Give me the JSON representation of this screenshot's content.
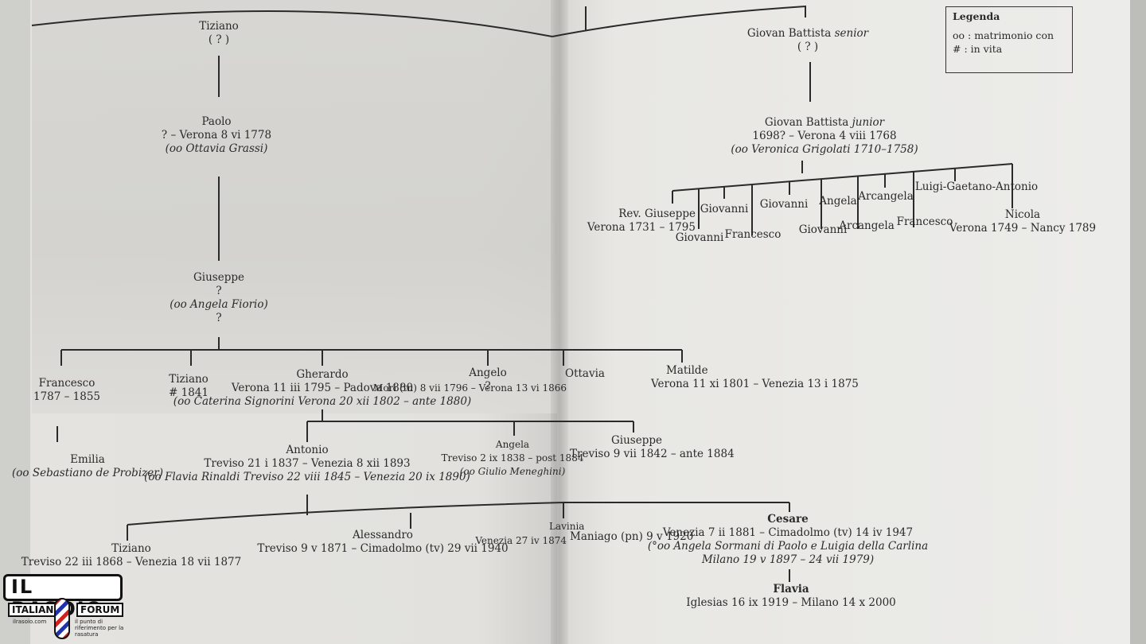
{
  "legend": {
    "title": "Legenda",
    "marriage": "oo : matrimonio con",
    "alive": "# : in vita"
  },
  "logo": {
    "title": "IL RASOIO",
    "left": "ITALIAN",
    "right": "FORUM",
    "site": "ilrasoio.com",
    "tagline": "il punto di riferimento per la rasatura"
  },
  "left": {
    "tiziano_top": {
      "name": "Tiziano",
      "dates": "( ? )"
    },
    "paolo": {
      "name": "Paolo",
      "dates": "? – Verona 8 vi 1778",
      "spouse": "(oo Ottavia Grassi)"
    },
    "giuseppe": {
      "name": "Giuseppe",
      "dates": "?",
      "spouse": "(oo Angela Fiorio)",
      "dates2": "?"
    },
    "francesco": {
      "name": "Francesco",
      "dates": "1787 – 1855"
    },
    "emilia": {
      "name": "Emilia",
      "spouse": "(oo Sebastiano de Probizer)"
    },
    "tiziano_mid": {
      "name": "Tiziano",
      "dates": "# 1841"
    },
    "gherardo": {
      "name": "Gherardo",
      "dates": "Verona 11 iii 1795 – Padova 1880",
      "spouse": "(oo Caterina Signorini Verona 20 xii 1802 – ante 1880)"
    },
    "angelo": {
      "name": "Angelo",
      "dates": "?"
    },
    "antonio": {
      "name": "Antonio",
      "dates": "Treviso 21 i 1837 – Venezia 8 xii 1893",
      "spouse": "(oo Flavia Rinaldi Treviso 22 viii 1845 – Venezia 20 ix 1890)"
    },
    "tiziano_low": {
      "name": "Tiziano",
      "dates": "Treviso 22 iii 1868 – Venezia 18 vii 1877"
    },
    "alessandro": {
      "name": "Alessandro",
      "dates": "Treviso 9 v 1871 – Cimadolmo (tv) 29 vii 1940"
    },
    "angela_small": {
      "name": "Angela",
      "dates": "Treviso 2 ix 1838 – post 1884",
      "spouse": "(oo Giulio Meneghini)"
    },
    "ottavia": {
      "name": "Ottavia",
      "dates": "Mori (tn) 8 vii 1796 – Verona 13 vi 1866"
    },
    "lavinia": {
      "name": "Lavinia",
      "dates": "Venezia 27 iv 1874"
    }
  },
  "right": {
    "gb_senior": {
      "name": "Giovan Battista",
      "qual": "senior",
      "dates": "( ? )"
    },
    "gb_junior": {
      "name": "Giovan Battista",
      "qual": "junior",
      "dates": "1698? – Verona 4 viii 1768",
      "spouse": "(oo Veronica Grigolati 1710–1758)"
    },
    "children_top": [
      "Giovanni",
      "Giovanni",
      "Angela",
      "Arcangela",
      "Luigi-Gaetano-Antonio"
    ],
    "children_bottom": [
      "Giovanni",
      "Francesco",
      "Giovanni",
      "Arcangela",
      "Francesco"
    ],
    "rev_giuseppe": {
      "name": "Rev. Giuseppe",
      "dates": "Verona 1731 – 1795"
    },
    "nicola": {
      "name": "Nicola",
      "dates": "Verona 1749 – Nancy 1789"
    },
    "matilde": {
      "name": "Matilde",
      "dates": "Verona 11 xi 1801 – Venezia 13 i 1875"
    },
    "giuseppe2": {
      "name": "Giuseppe",
      "dates": "Treviso 9 vii 1842 – ante 1884"
    },
    "maniago": {
      "dates": "Maniago (pn) 9 v 1920"
    },
    "cesare": {
      "name": "Cesare",
      "dates": "Venezia 7 ii 1881 – Cimadolmo (tv) 14 iv 1947",
      "spouse": "(°oo Angela Sormani di Paolo e Luigia della Carlina",
      "spouse2": "Milano 19 v 1897 – 24 vii 1979)"
    },
    "flavia": {
      "name": "Flavia",
      "dates": "Iglesias 16 ix 1919 – Milano 14 x 2000"
    }
  }
}
